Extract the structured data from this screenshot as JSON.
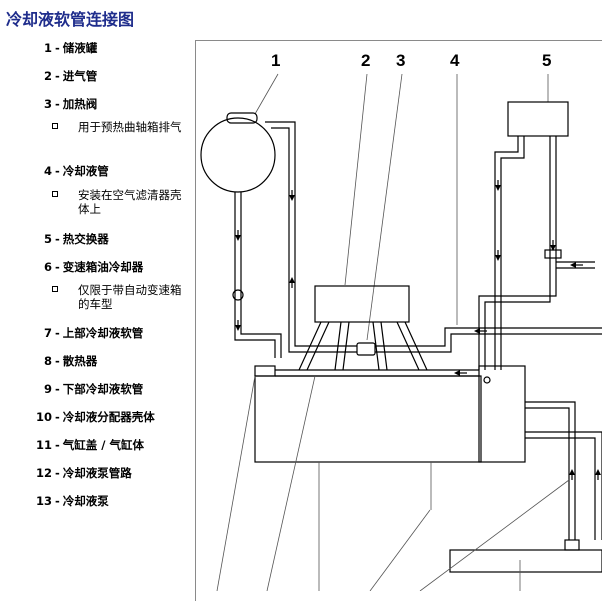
{
  "title": "冷却液软管连接图",
  "legend": [
    {
      "num": "1",
      "label": "储液罐"
    },
    {
      "num": "2",
      "label": "进气管"
    },
    {
      "num": "3",
      "label": "加热阀",
      "note": "用于预热曲轴箱排气"
    },
    {
      "num": "4",
      "label": "冷却液管",
      "note": "安装在空气滤清器壳体上"
    },
    {
      "num": "5",
      "label": "热交换器"
    },
    {
      "num": "6",
      "label": "变速箱油冷却器",
      "note": "仅限于带自动变速箱的车型"
    },
    {
      "num": "7",
      "label": "上部冷却液软管"
    },
    {
      "num": "8",
      "label": "散热器"
    },
    {
      "num": "9",
      "label": "下部冷却液软管"
    },
    {
      "num": "10",
      "label": "冷却液分配器壳体"
    },
    {
      "num": "11",
      "label": "气缸盖 / 气缸体"
    },
    {
      "num": "12",
      "label": "冷却液泵管路"
    },
    {
      "num": "13",
      "label": "冷却液泵"
    }
  ],
  "callouts": [
    "1",
    "2",
    "3",
    "4",
    "5"
  ]
}
